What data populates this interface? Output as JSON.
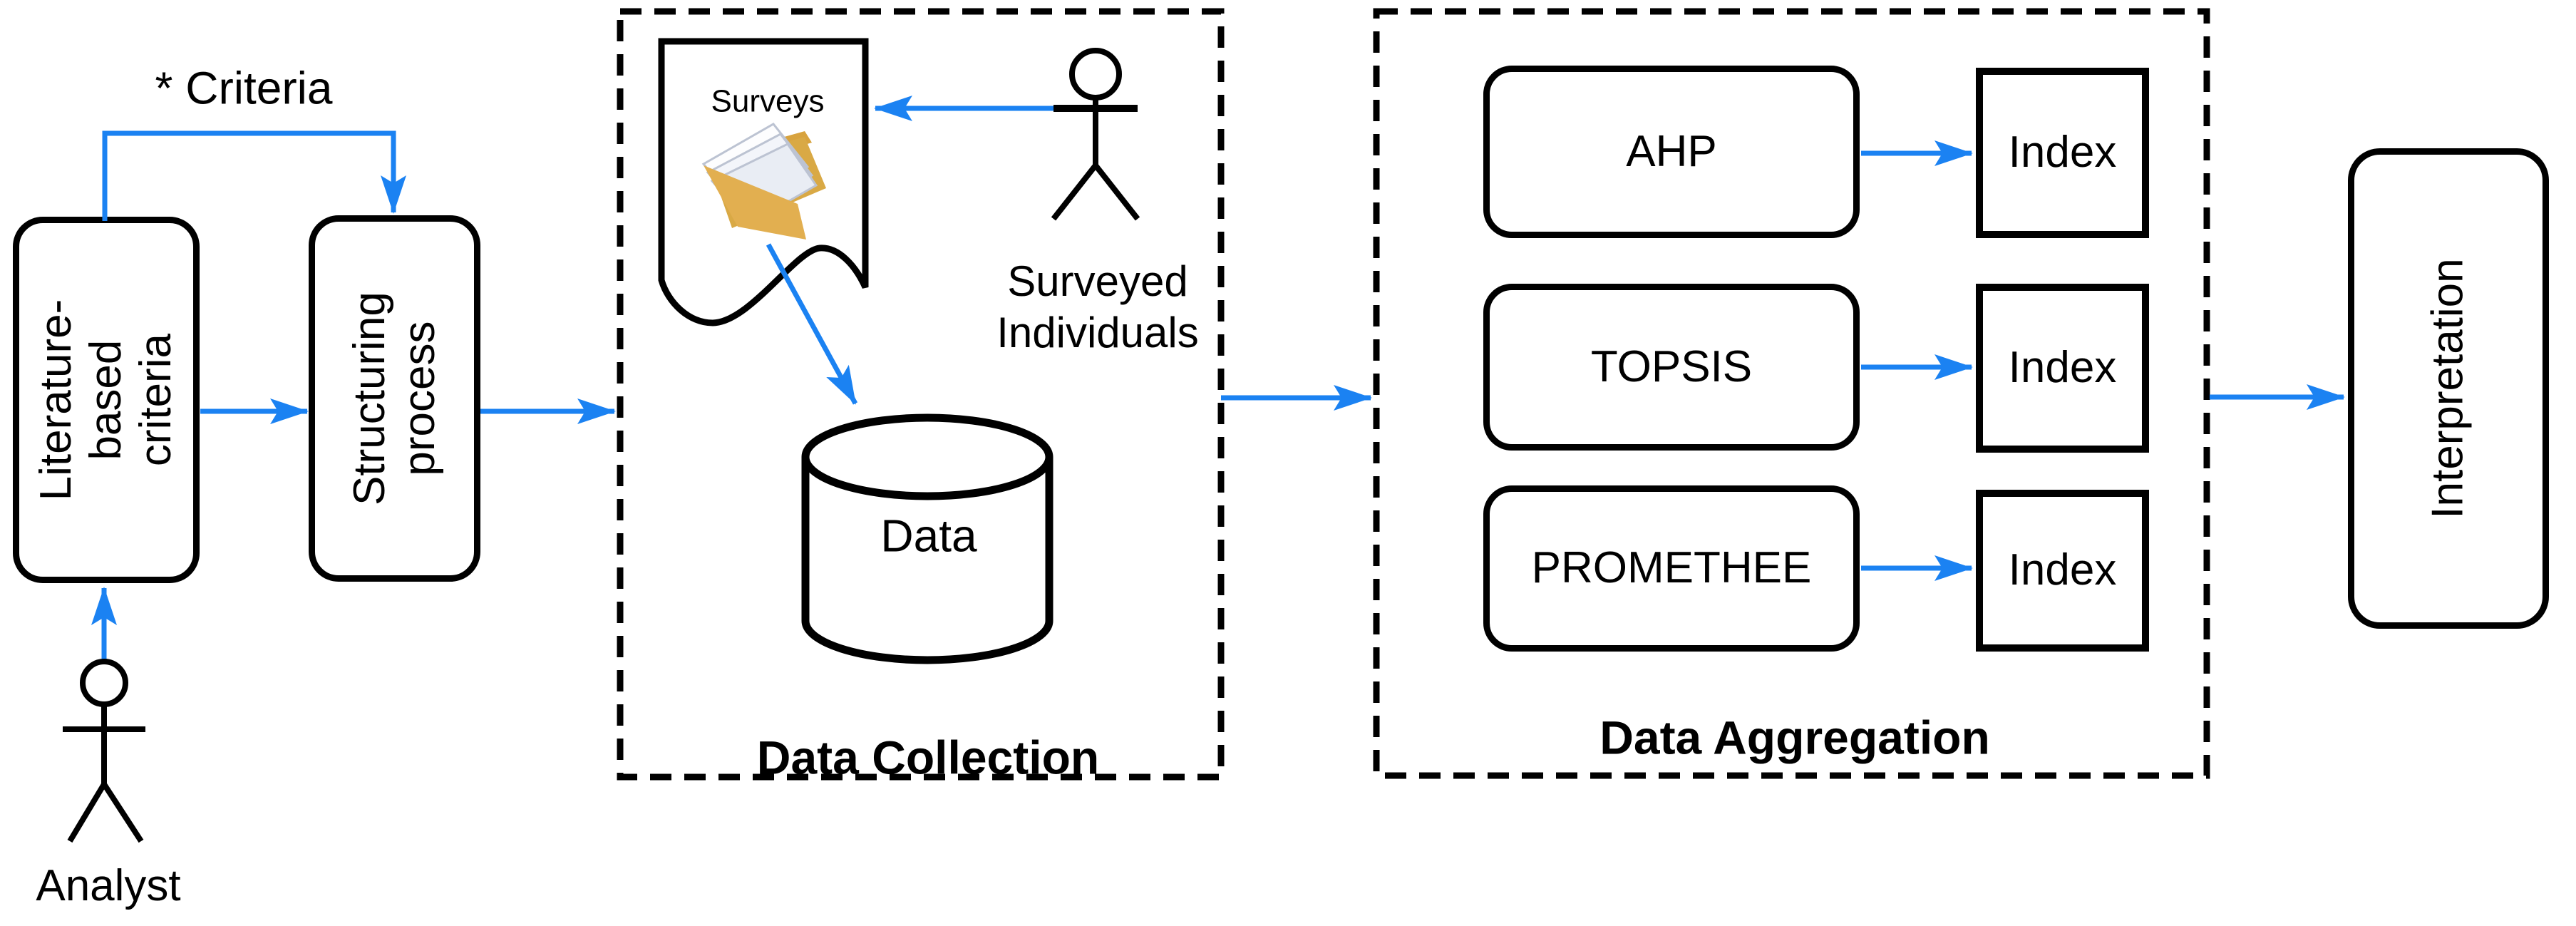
{
  "diagram_title": "MCDA methodology flow diagram",
  "colors": {
    "background": "#ffffff",
    "arrow_blue": "#1b82f2",
    "stroke_black": "#000000",
    "folder_gold": "#e2af50",
    "folder_gold_dark": "#d8a33e",
    "paper_white": "#f4f6fa"
  },
  "nodes": {
    "literature": {
      "label": "Literature-\nbased\ncriteria"
    },
    "structuring": {
      "label": "Structuring\nprocess"
    },
    "ahp": {
      "label": "AHP"
    },
    "topsis": {
      "label": "TOPSIS"
    },
    "promethee": {
      "label": "PROMETHEE"
    },
    "ahp_index": {
      "label": "Index"
    },
    "topsis_index": {
      "label": "Index"
    },
    "promethee_index": {
      "label": "Index"
    },
    "interpretation": {
      "label": "Interpretation"
    },
    "surveys_document": {
      "label": "Surveys"
    },
    "data_store": {
      "label": "Data"
    }
  },
  "sections": {
    "data_collection": {
      "label": "Data Collection"
    },
    "data_aggregation": {
      "label": "Data Aggregation"
    }
  },
  "actors": {
    "analyst": {
      "label": "Analyst"
    },
    "surveyed_individuals": {
      "label": "Surveyed\nIndividuals"
    }
  },
  "edge_labels": {
    "criteria": {
      "label": "* Criteria"
    }
  },
  "icons": {
    "surveys_folder": "folder-with-documents",
    "data_store": "database-cylinder",
    "analyst": "stick-figure-person",
    "surveyed_individuals": "stick-figure-person",
    "surveys_sheet": "document-wavy-bottom"
  }
}
